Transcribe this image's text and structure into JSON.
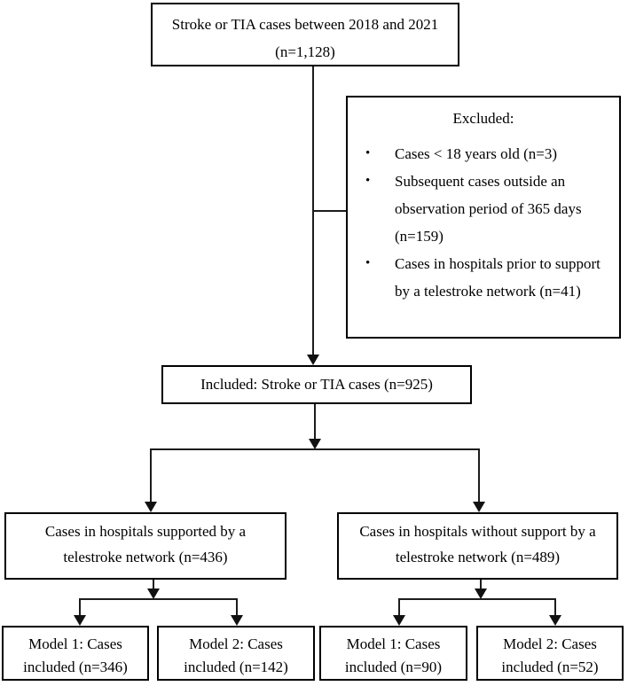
{
  "figure": {
    "background": "#ffffff",
    "box_border_color": "#000000",
    "line_color": "#1c1c1c",
    "text_color": "#000000",
    "bullet": "•"
  },
  "nodes": {
    "top": {
      "line1": "Stroke or TIA cases between 2018 and 2021",
      "line2": "(n=1,128)"
    },
    "excluded": {
      "title": "Excluded:",
      "items": [
        "Cases < 18 years old (n=3)",
        "Subsequent cases outside an observation period of 365 days (n=159)",
        "Cases in hospitals prior to support by a telestroke network (n=41)"
      ]
    },
    "included": {
      "label": "Included: Stroke or TIA cases (n=925)"
    },
    "branch_supported": {
      "line1": "Cases in hospitals supported by a",
      "line2": "telestroke network (n=436)"
    },
    "branch_without": {
      "line1": "Cases in hospitals without support by a",
      "line2": "telestroke network (n=489)"
    },
    "models": [
      {
        "line1": "Model 1: Cases",
        "line2": "included (n=346)"
      },
      {
        "line1": "Model 2: Cases",
        "line2": "included (n=142)"
      },
      {
        "line1": "Model 1: Cases",
        "line2": "included (n=90)"
      },
      {
        "line1": "Model 2: Cases",
        "line2": "included (n=52)"
      }
    ]
  }
}
